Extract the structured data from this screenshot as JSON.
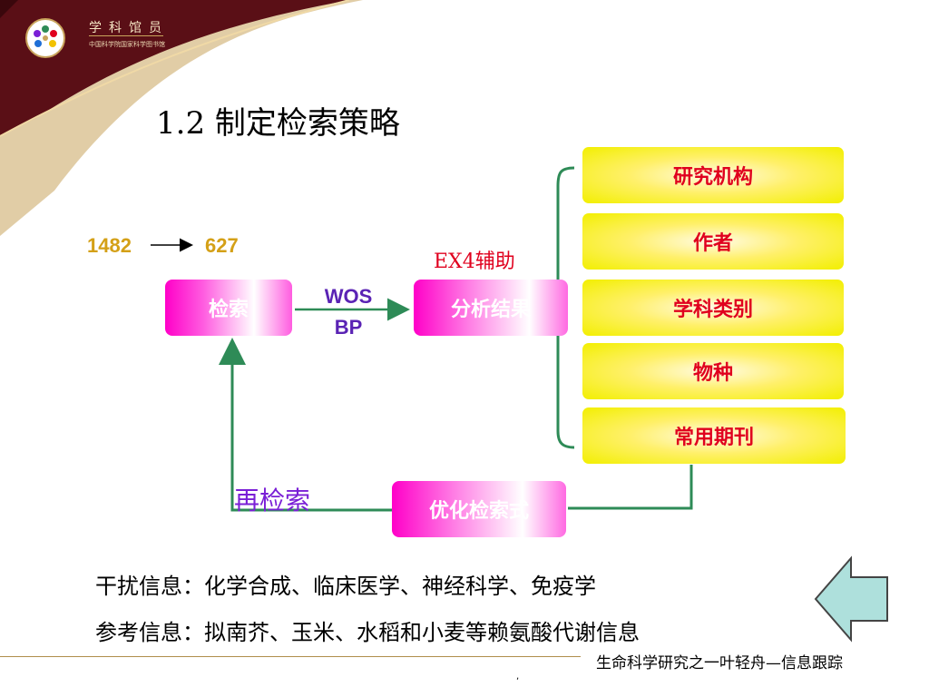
{
  "header": {
    "logo_title": "学科馆员",
    "logo_subtitle": "中国科学院国家科学图书馆"
  },
  "title": "1.2    制定检索策略",
  "flow": {
    "count_from": "1482",
    "count_to": "627",
    "search_box": "检索",
    "wos_line1": "WOS",
    "wos_line2": "BP",
    "ex4_label": "EX4辅助",
    "analysis_box": "分析结果",
    "categories": [
      "研究机构",
      "作者",
      "学科类别",
      "物种",
      "常用期刊"
    ],
    "optimize_box": "优化检索式",
    "research_again": "再检索"
  },
  "notes": {
    "interference": "干扰信息：化学合成、临床医学、神经科学、免疫学",
    "reference": "参考信息：拟南芥、玉米、水稻和小麦等赖氨酸代谢信息"
  },
  "footer": {
    "text": "生命科学研究之一叶轻舟—信息跟踪",
    "mark": ","
  },
  "colors": {
    "header_maroon": "#5a0f16",
    "gold": "#c9a45c",
    "magenta": "#ff00c8",
    "yellow": "#f2ef00",
    "connector_green": "#2e8b57",
    "category_text": "#e0001e",
    "back_arrow": "#aee0dc"
  },
  "icons": [
    "back-arrow-icon",
    "logo-icon"
  ]
}
